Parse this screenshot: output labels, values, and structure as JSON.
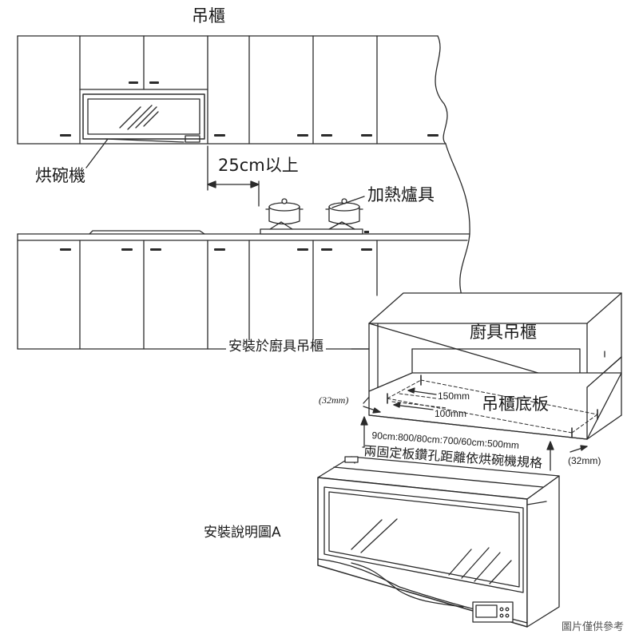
{
  "labels": {
    "upper_cabinet": "吊櫃",
    "dish_dryer": "烘碗機",
    "clearance": "25cm以上",
    "stove": "加熱爐具",
    "install_on_cabinet": "安裝於廚具吊櫃",
    "kitchen_cabinet": "廚具吊櫃",
    "cabinet_bottom_board": "吊櫃底板",
    "dim_150": "150mm",
    "dim_100": "100mm",
    "dim_32_left": "(32mm)",
    "dim_32_right": "(32mm)",
    "spacing_spec": "90cm:800/80cm:700/60cm:500mm",
    "spacing_note": "兩固定板鑽孔距離依烘碗機規格",
    "diagram_caption": "安裝說明圖A",
    "disclaimer": "圖片僅供參考"
  }
}
